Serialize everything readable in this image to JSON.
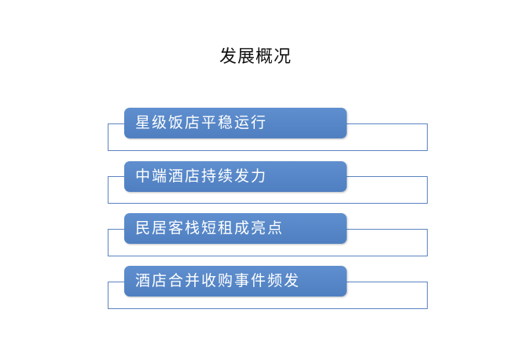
{
  "title": "发展概况",
  "items": [
    {
      "label": "星级饭店平稳运行"
    },
    {
      "label": "中端酒店持续发力"
    },
    {
      "label": "民居客栈短租成亮点"
    },
    {
      "label": "酒店合并收购事件频发"
    }
  ],
  "colors": {
    "pill": "#4f81bd",
    "frame": "#5b83c0",
    "text": "#ffffff",
    "title": "#111111"
  }
}
